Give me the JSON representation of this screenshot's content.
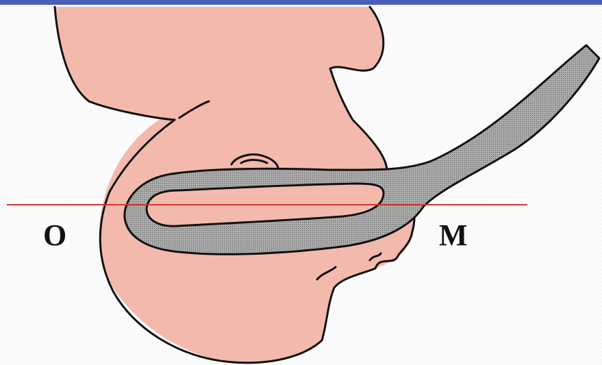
{
  "labels": {
    "o": "O",
    "m": "M"
  },
  "colors": {
    "top_bar": "#4a5fb3",
    "skin": "#f3b9ad",
    "outline": "#111111",
    "tube_fill": "#a3a3a3",
    "axis_line": "#d23a2a",
    "background": "#fbfbfb"
  },
  "icons": {
    "figure": "uterus-cross-section-illustration"
  }
}
